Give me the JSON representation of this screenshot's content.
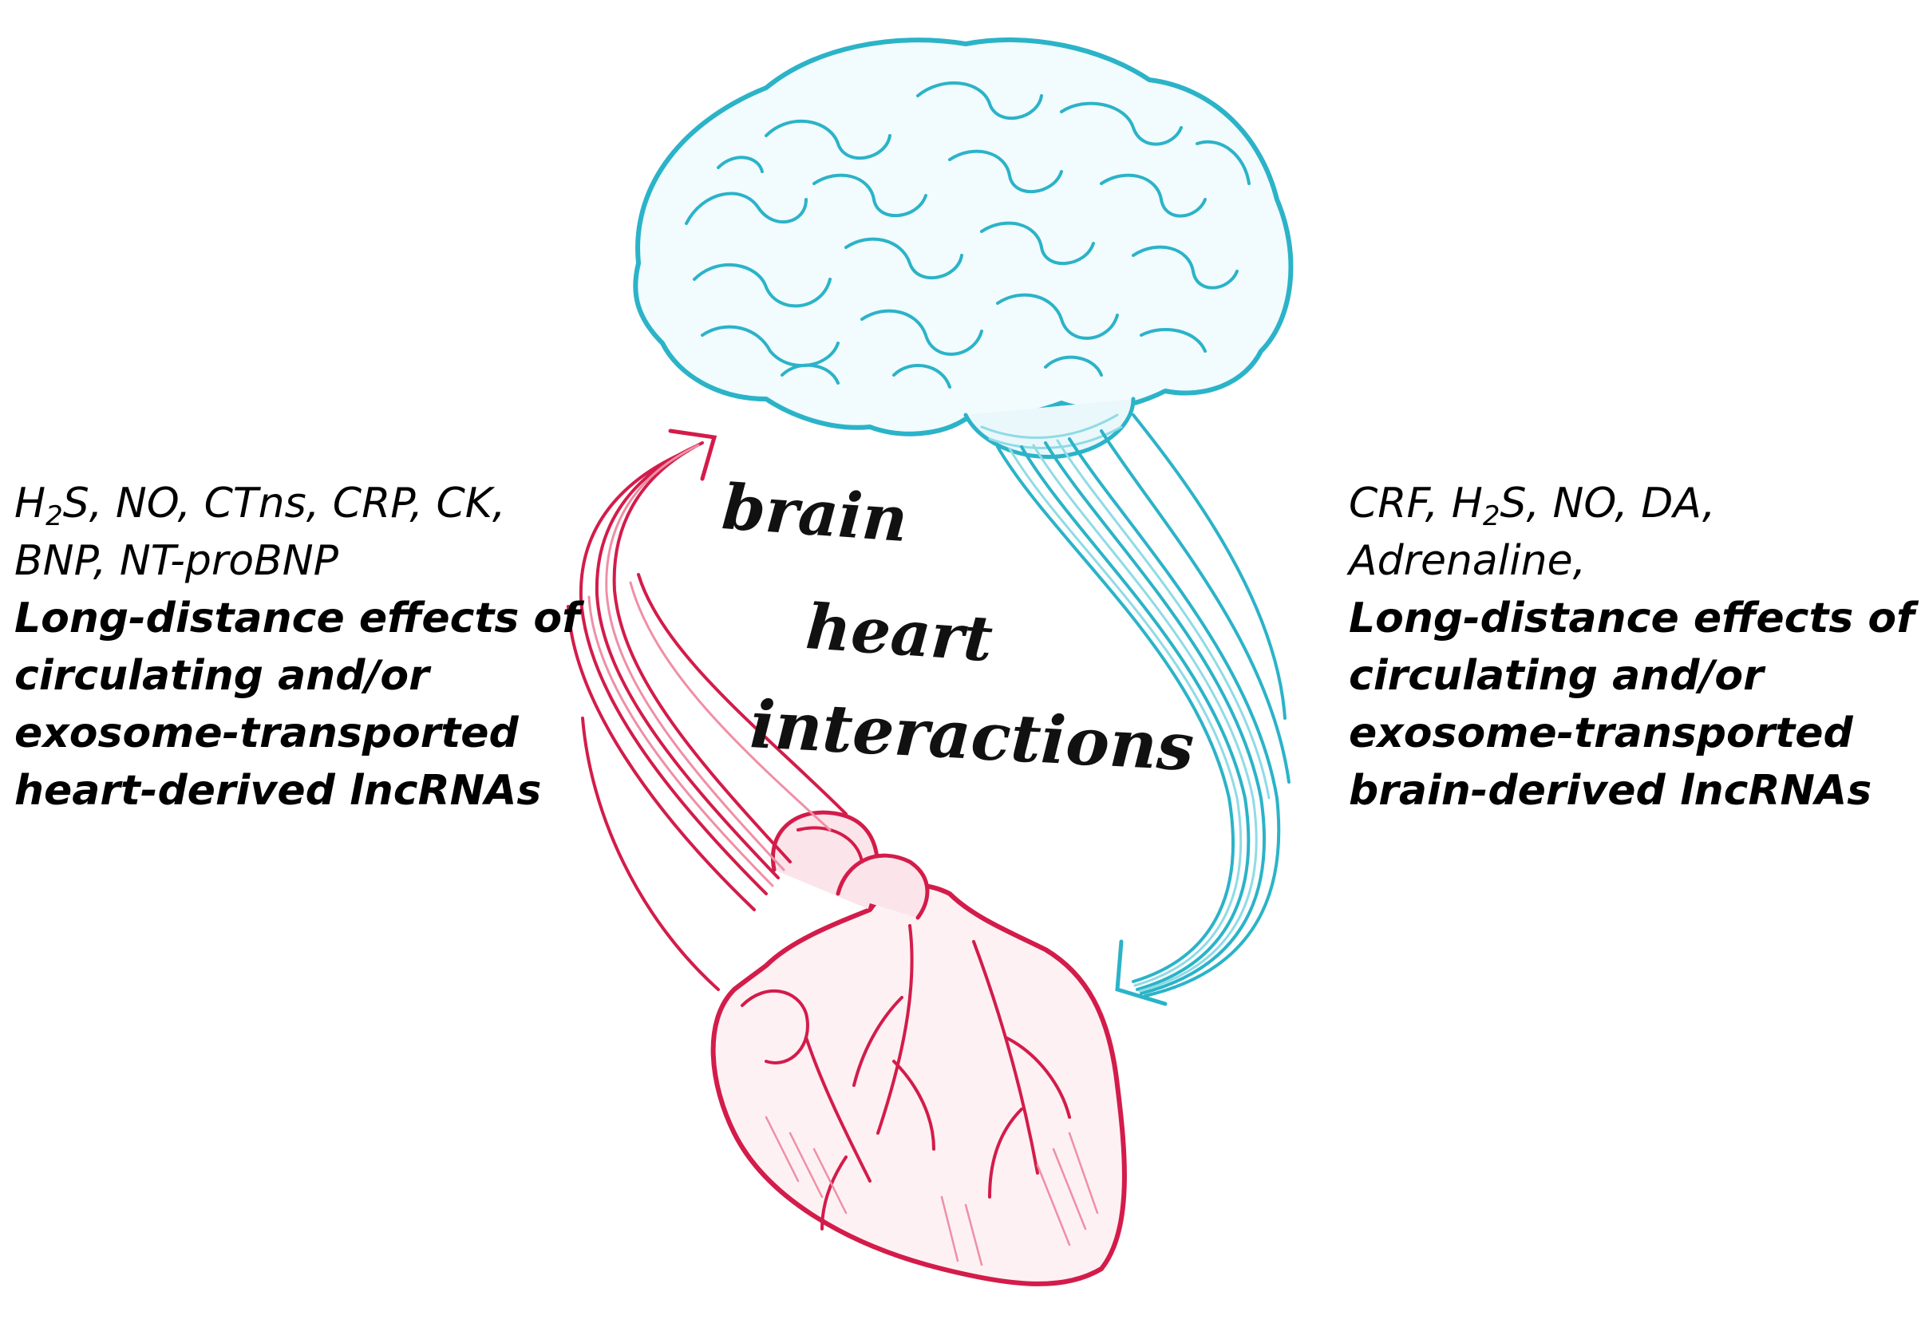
{
  "colors": {
    "brain": "#2bb3c8",
    "brain_light": "#8fdbe6",
    "heart": "#d31c4a",
    "heart_light": "#ef8fa6",
    "text": "#000000"
  },
  "center_label": {
    "line1": "brain",
    "line2": "heart",
    "line3": "interactions"
  },
  "left_text": {
    "line1_pre": "H",
    "line1_sub": "2",
    "line1_post": "S, NO, CTns, CRP, CK,",
    "line2": "BNP, NT-proBNP",
    "bold_line1": "Long-distance effects of",
    "bold_line2": "circulating and/or",
    "bold_line3": "exosome-transported",
    "bold_line4": "heart-derived lncRNAs"
  },
  "right_text": {
    "line1_pre": "CRF, H",
    "line1_sub": "2",
    "line1_post": "S, NO, DA,",
    "line2": "Adrenaline,",
    "bold_line1": "Long-distance effects of",
    "bold_line2": "circulating and/or",
    "bold_line3": "exosome-transported",
    "bold_line4": "brain-derived lncRNAs"
  },
  "icons": {
    "brain": "brain-drawing-icon",
    "heart": "heart-drawing-icon",
    "arrow_up": "arrow-up-icon",
    "arrow_down": "arrow-down-icon"
  }
}
